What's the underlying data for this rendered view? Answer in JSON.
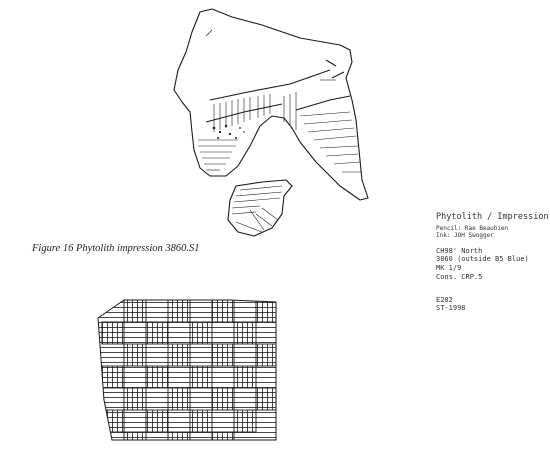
{
  "figure": {
    "caption": "Figure 16  Phytolith impression 3860.S1"
  },
  "annotations": {
    "heading": "Phytolith / Impression",
    "pencil": "Pencil: Rae Beaubien",
    "ink": "Ink: JOH Swogger",
    "site": "CH98' North",
    "unit": "3860   (outside B5 Blue)",
    "scale": "MK 1/9",
    "cons": "Cons. CRP.5",
    "ref": "E202",
    "date": "ST-1998"
  },
  "colors": {
    "ink": "#1a1a1a",
    "paper": "#ffffff"
  }
}
